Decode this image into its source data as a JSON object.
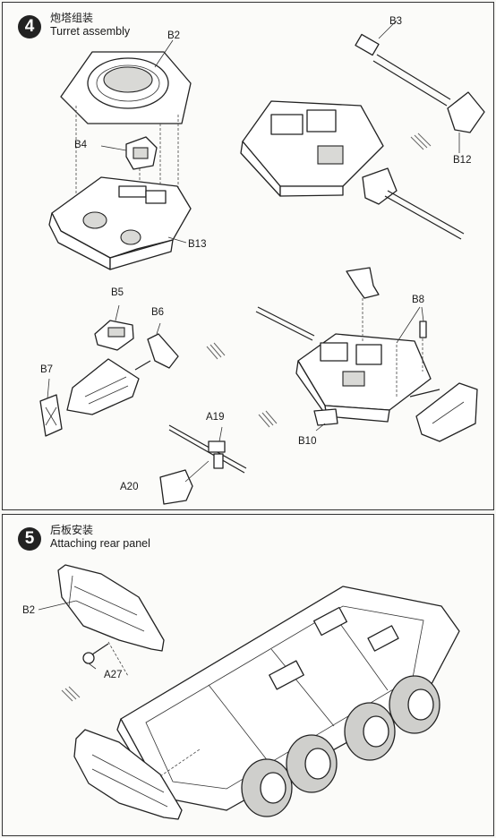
{
  "step4": {
    "number": "4",
    "title_zh": "炮塔组装",
    "title_en": "Turret assembly",
    "labels": {
      "b2": "B2",
      "b3": "B3",
      "b4": "B4",
      "b12": "B12",
      "b13": "B13",
      "b5": "B5",
      "b6": "B6",
      "b7": "B7",
      "b8": "B8",
      "b10": "B10",
      "a19": "A19",
      "a20": "A20"
    }
  },
  "step5": {
    "number": "5",
    "title_zh": "后板安装",
    "title_en": "Attaching rear panel",
    "labels": {
      "b2": "B2",
      "a27": "A27"
    }
  }
}
